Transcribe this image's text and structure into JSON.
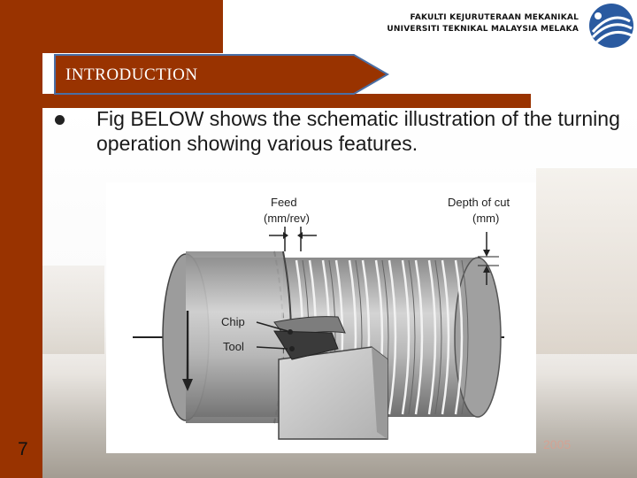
{
  "header": {
    "line1": "FAKULTI KEJURUTERAAN MEKANIKAL",
    "line2": "UNIVERSITI TEKNIKAL MALAYSIA MELAKA"
  },
  "section": {
    "title": "INTRODUCTION"
  },
  "content": {
    "bullet_text": "Fig BELOW shows the schematic illustration of the turning operation showing various features."
  },
  "figure": {
    "feed_label": "Feed",
    "feed_unit": "(mm/rev)",
    "depth_label": "Depth of cut",
    "depth_unit": "(mm)",
    "chip_label": "Chip",
    "tool_label": "Tool"
  },
  "background": {
    "year_text": "2005"
  },
  "footer": {
    "slide_number": "7"
  },
  "colors": {
    "brand": "#993300",
    "tab_border": "#4a6fa5"
  }
}
